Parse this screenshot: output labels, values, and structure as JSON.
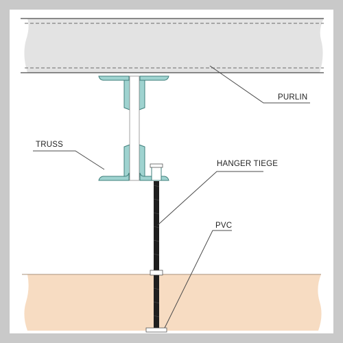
{
  "labels": {
    "purlin": "PURLIN",
    "truss": "TRUSS",
    "hanger": "HANGER TIEGE",
    "pvc": "PVC"
  },
  "colors": {
    "frame": "#c9c9c9",
    "purlin_fill": "#e3e3e3",
    "truss_fill": "#9fd3d0",
    "panel_fill": "#f7dcc2",
    "line": "#4a4a4a",
    "rod": "#1f1f1f"
  }
}
